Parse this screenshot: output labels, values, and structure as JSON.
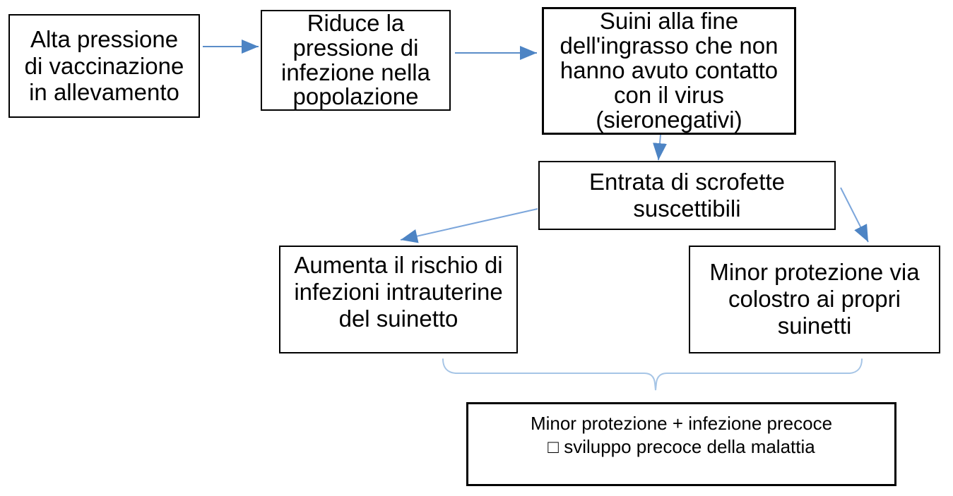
{
  "diagram": {
    "description": "Flowchart (Italian) on vaccination pressure effects in a pig herd",
    "nodes": [
      {
        "id": "alta-pressione",
        "lines": [
          "Alta pressione",
          "di vaccinazione",
          "in allevamento"
        ]
      },
      {
        "id": "riduce-pressione",
        "lines": [
          "Riduce la",
          "pressione di",
          "infezione nella",
          "popolazione"
        ]
      },
      {
        "id": "suini-sieronegativi",
        "lines": [
          "Suini alla fine",
          "dell'ingrasso che non",
          "hanno avuto contatto",
          "con il virus",
          "(sieronegativi)"
        ]
      },
      {
        "id": "entrata-scrofette",
        "lines": [
          "Entrata di scrofette",
          "suscettibili"
        ]
      },
      {
        "id": "rischio-intrauterine",
        "lines": [
          "Aumenta il rischio di",
          "infezioni intrauterine",
          "del suinetto"
        ]
      },
      {
        "id": "minor-protezione-colostro",
        "lines": [
          "Minor protezione via",
          "colostro ai propri",
          "suinetti"
        ]
      },
      {
        "id": "sviluppo-precoce",
        "lines": [
          "Minor protezione + infezione precoce",
          "□ sviluppo precoce della malattia"
        ]
      }
    ],
    "connectors": [
      {
        "from": "alta-pressione",
        "to": "riduce-pressione",
        "type": "arrow-right"
      },
      {
        "from": "riduce-pressione",
        "to": "suini-sieronegativi",
        "type": "arrow-right"
      },
      {
        "from": "suini-sieronegativi",
        "to": "entrata-scrofette",
        "type": "arrow-down"
      },
      {
        "from": "entrata-scrofette",
        "to": "rischio-intrauterine",
        "type": "arrow-down-left"
      },
      {
        "from": "entrata-scrofette",
        "to": "minor-protezione-colostro",
        "type": "arrow-down-right"
      },
      {
        "from": "rischio-intrauterine + minor-protezione-colostro",
        "to": "sviluppo-precoce",
        "type": "curly-brace"
      }
    ],
    "colors": {
      "background": "#ffffff",
      "box_border": "#000000",
      "text": "#000000",
      "arrow_line": "#5b8dc8",
      "arrow_line_light": "#7ca6db",
      "arrow_head": "#4d84c4",
      "brace": "#a6c5e6"
    }
  }
}
